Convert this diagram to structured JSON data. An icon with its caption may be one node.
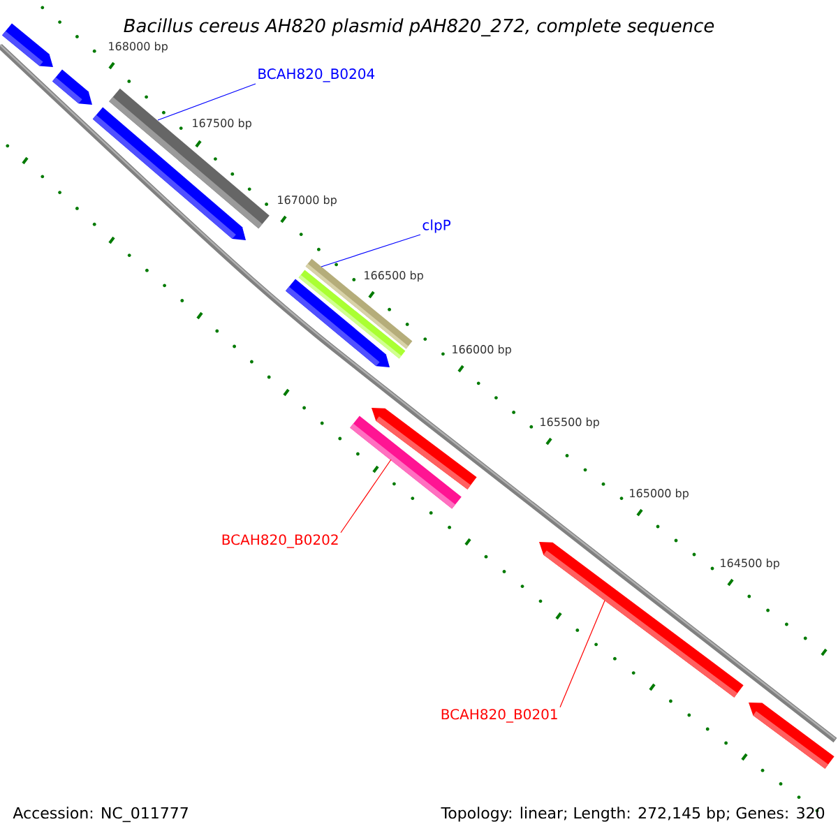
{
  "diagram": {
    "title": "Bacillus cereus AH820 plasmid pAH820_272, complete sequence",
    "nodes": [
      {
        "text": [
          "BCAH820_B0204"
        ]
      },
      {
        "text": [
          "clpP"
        ]
      },
      {
        "text": [
          "BCAH820_B0202"
        ]
      },
      {
        "text": [
          "BCAH820_B0201"
        ]
      },
      {
        "text": [],
        "shape": "bar"
      },
      {
        "text": [],
        "shape": "bar"
      },
      {
        "text": [],
        "shape": "bar"
      },
      {
        "text": [],
        "shape": "bar"
      }
    ],
    "edges": [
      {
        "from": 0,
        "to": 4,
        "arrow": "none",
        "color": "#0000ff"
      },
      {
        "from": 1,
        "to": 5,
        "arrow": "none",
        "color": "#0000ff"
      },
      {
        "from": 2,
        "to": 6,
        "arrow": "none",
        "color": "#ff0000"
      },
      {
        "from": 3,
        "to": 7,
        "arrow": "none",
        "color": "#ff0000"
      }
    ],
    "labels": [
      "168000 bp",
      "167500 bp",
      "167000 bp",
      "166500 bp",
      "166000 bp",
      "165500 bp",
      "165000 bp",
      "164500 bp",
      "Accession: NC_011777",
      "Topology: linear; Length: 272,145 bp; Genes: 320"
    ]
  }
}
